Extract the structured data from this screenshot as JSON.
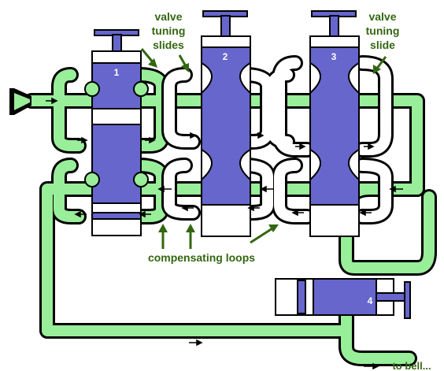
{
  "labels": {
    "valve_tuning_slides_line1": "valve",
    "valve_tuning_slides_line2": "tuning",
    "valve_tuning_slides_line3": "slides",
    "valve_tuning_slide_line1": "valve",
    "valve_tuning_slide_line2": "tuning",
    "valve_tuning_slide_line3": "slide",
    "compensating_loops": "compensating loops",
    "to_bell": "to bell..."
  },
  "valves": [
    "1",
    "2",
    "3",
    "4"
  ],
  "colors": {
    "green_tube": "#99ee99",
    "tube_outline": "#000000",
    "valve_blue": "#6666cc",
    "label_green": "#336611",
    "arrow_green": "#336611"
  }
}
